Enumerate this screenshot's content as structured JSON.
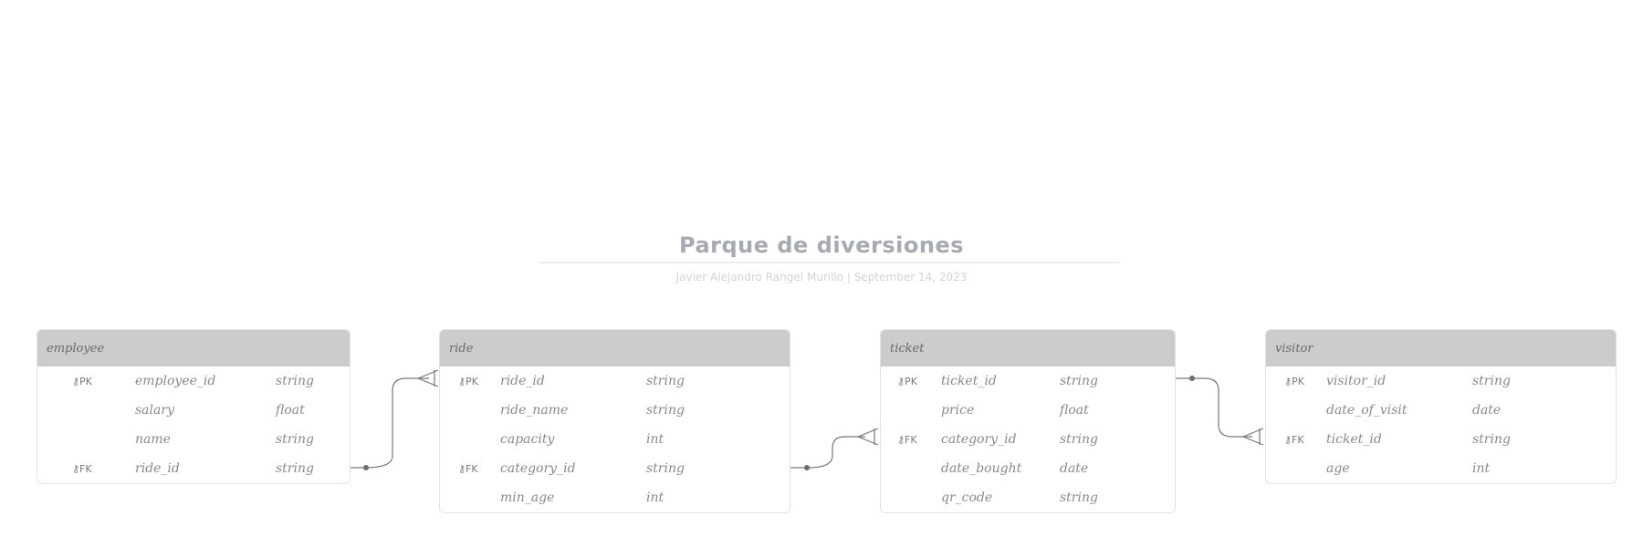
{
  "diagram": {
    "title": "Parque de diversiones",
    "subtitle": "Javier Alejandro Rangel Murillo  |  September 14, 2023"
  },
  "tables": [
    {
      "name": "employee",
      "rows": [
        {
          "key": "⚷PK",
          "field": "employee_id",
          "type": "string"
        },
        {
          "key": "",
          "field": "salary",
          "type": "float"
        },
        {
          "key": "",
          "field": "name",
          "type": "string"
        },
        {
          "key": "⚷FK",
          "field": "ride_id",
          "type": "string"
        }
      ]
    },
    {
      "name": "ride",
      "rows": [
        {
          "key": "⚷PK",
          "field": "ride_id",
          "type": "string"
        },
        {
          "key": "",
          "field": "ride_name",
          "type": "string"
        },
        {
          "key": "",
          "field": "capacity",
          "type": "int"
        },
        {
          "key": "⚷FK",
          "field": "category_id",
          "type": "string"
        },
        {
          "key": "",
          "field": "min_age",
          "type": "int"
        }
      ]
    },
    {
      "name": "ticket",
      "rows": [
        {
          "key": "⚷PK",
          "field": "ticket_id",
          "type": "string"
        },
        {
          "key": "",
          "field": "price",
          "type": "float"
        },
        {
          "key": "⚷FK",
          "field": "category_id",
          "type": "string"
        },
        {
          "key": "",
          "field": "date_bought",
          "type": "date"
        },
        {
          "key": "",
          "field": "qr_code",
          "type": "string"
        }
      ]
    },
    {
      "name": "visitor",
      "rows": [
        {
          "key": "⚷PK",
          "field": "visitor_id",
          "type": "string"
        },
        {
          "key": "",
          "field": "date_of_visit",
          "type": "date"
        },
        {
          "key": "⚷FK",
          "field": "ticket_id",
          "type": "string"
        },
        {
          "key": "",
          "field": "age",
          "type": "int"
        }
      ]
    }
  ],
  "relationships": [
    {
      "from": "employee.ride_id",
      "to": "ride.ride_id",
      "cardinality": "one-to-many"
    },
    {
      "from": "ride.category_id",
      "to": "ticket.category_id",
      "cardinality": "one-to-many"
    },
    {
      "from": "ticket.ticket_id",
      "to": "visitor.ticket_id",
      "cardinality": "one-to-many"
    }
  ]
}
